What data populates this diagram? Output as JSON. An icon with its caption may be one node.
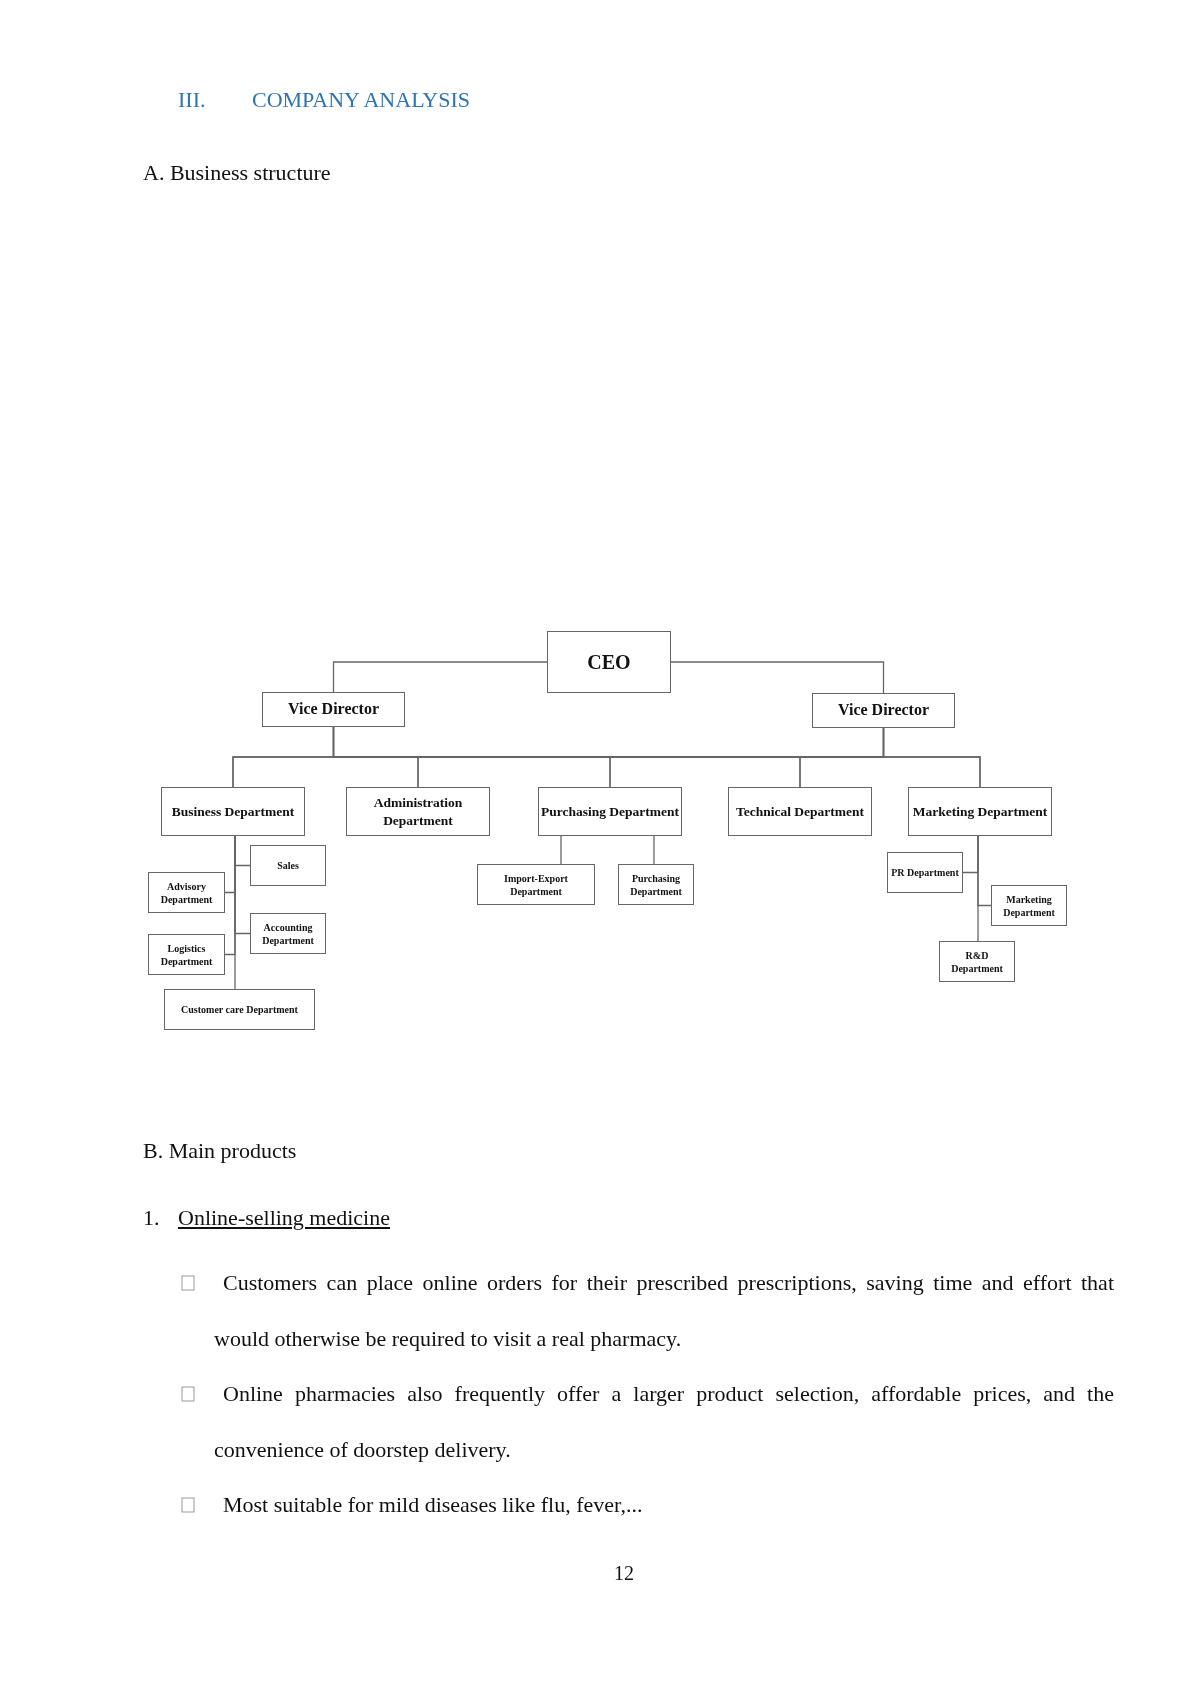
{
  "diagram": {
    "title": "COMPANY ANALYSIS",
    "nodes": [
      {
        "text": [
          "CEO"
        ]
      },
      {
        "text": [
          "Vice Director"
        ]
      },
      {
        "text": [
          "Vice Director"
        ]
      },
      {
        "text": [
          "Business Department"
        ]
      },
      {
        "text": [
          "Administration Department"
        ]
      },
      {
        "text": [
          "Purchasing Department"
        ]
      },
      {
        "text": [
          "Technical Department"
        ]
      },
      {
        "text": [
          "Marketing Department"
        ]
      },
      {
        "text": [
          "Sales"
        ]
      },
      {
        "text": [
          "Advisory Department"
        ]
      },
      {
        "text": [
          "Accounting Department"
        ]
      },
      {
        "text": [
          "Logistics Department"
        ]
      },
      {
        "text": [
          "Customer care Department"
        ]
      },
      {
        "text": [
          "Import-Export Department"
        ]
      },
      {
        "text": [
          "Purchasing Department"
        ]
      },
      {
        "text": [
          "PR Department"
        ]
      },
      {
        "text": [
          "Marketing Department"
        ]
      },
      {
        "text": [
          "R&D Department"
        ]
      }
    ],
    "edges": [
      {
        "from": 0,
        "to": 1,
        "arrow": "none"
      },
      {
        "from": 0,
        "to": 2,
        "arrow": "none"
      },
      {
        "from": 1,
        "to": 3,
        "arrow": "none"
      },
      {
        "from": 1,
        "to": 4,
        "arrow": "none"
      },
      {
        "from": 1,
        "to": 5,
        "arrow": "none"
      },
      {
        "from": 1,
        "to": 6,
        "arrow": "none"
      },
      {
        "from": 1,
        "to": 7,
        "arrow": "none"
      },
      {
        "from": 2,
        "to": 3,
        "arrow": "none"
      },
      {
        "from": 2,
        "to": 4,
        "arrow": "none"
      },
      {
        "from": 2,
        "to": 5,
        "arrow": "none"
      },
      {
        "from": 2,
        "to": 6,
        "arrow": "none"
      },
      {
        "from": 2,
        "to": 7,
        "arrow": "none"
      },
      {
        "from": 3,
        "to": 8,
        "arrow": "none"
      },
      {
        "from": 3,
        "to": 9,
        "arrow": "none"
      },
      {
        "from": 3,
        "to": 10,
        "arrow": "none"
      },
      {
        "from": 3,
        "to": 11,
        "arrow": "none"
      },
      {
        "from": 3,
        "to": 12,
        "arrow": "none"
      },
      {
        "from": 5,
        "to": 13,
        "arrow": "none"
      },
      {
        "from": 5,
        "to": 14,
        "arrow": "none"
      },
      {
        "from": 7,
        "to": 15,
        "arrow": "none"
      },
      {
        "from": 7,
        "to": 16,
        "arrow": "none"
      },
      {
        "from": 7,
        "to": 17,
        "arrow": "none"
      }
    ],
    "labels": [
      "III.",
      "A. Business structure",
      "B. Main products",
      "1.",
      "Online-selling medicine",
      "Customers can place online orders for their prescribed prescriptions, saving time and effort that would otherwise be required to visit a real pharmacy.",
      "Online pharmacies also frequently offer a larger product selection, affordable prices, and the convenience of doorstep delivery.",
      "Most suitable for mild diseases like flu, fever,...",
      "12"
    ]
  }
}
